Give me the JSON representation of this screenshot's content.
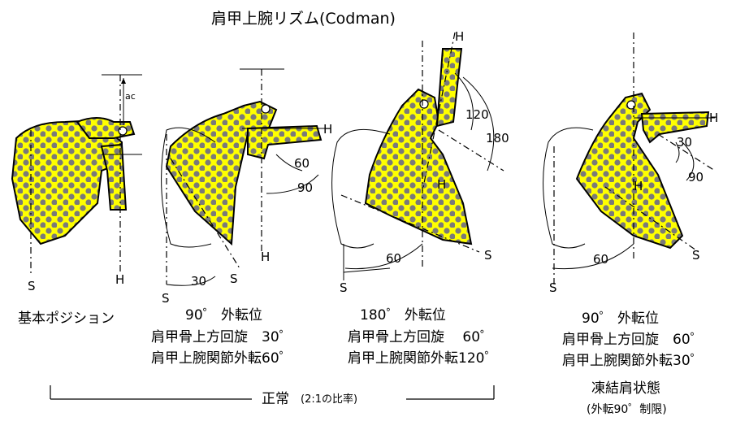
{
  "title": "肩甲上腕リズム(Codman)",
  "figures": [
    {
      "caption_lines": [
        "基本ポジション"
      ],
      "labels": {
        "s": "S",
        "h": "H",
        "ac": "ac"
      }
    },
    {
      "caption_lines": [
        "90゜ 外転位",
        "肩甲骨上方回旋　30゜",
        "肩甲上腕関節外転60゜"
      ],
      "labels": {
        "s": "S",
        "h": "H",
        "h2": "H",
        "a1": "60",
        "a2": "90",
        "a3": "30"
      }
    },
    {
      "caption_lines": [
        "180゜ 外転位",
        "肩甲骨上方回旋　 60゜",
        "肩甲上腕関節外転120゜"
      ],
      "labels": {
        "s": "S",
        "s2": "S",
        "h": "H",
        "h2": "H",
        "a1": "120",
        "a2": "180",
        "a3": "60"
      }
    },
    {
      "caption_lines": [
        "90゜ 外転位",
        "肩甲骨上方回旋　60゜",
        "肩甲上腕関節外転30゜"
      ],
      "labels": {
        "s": "S",
        "s2": "S",
        "h": "H",
        "h2": "H",
        "a1": "30",
        "a2": "90",
        "a3": "60"
      }
    }
  ],
  "bracket_label": "正常",
  "bracket_note": "(2:1の比率)",
  "frozen_label": "凍結肩状態",
  "frozen_note": "(外転90゜制限)",
  "colors": {
    "bone_fill": "#ffff00",
    "dots": "#7a7a7a",
    "line": "#000000"
  }
}
